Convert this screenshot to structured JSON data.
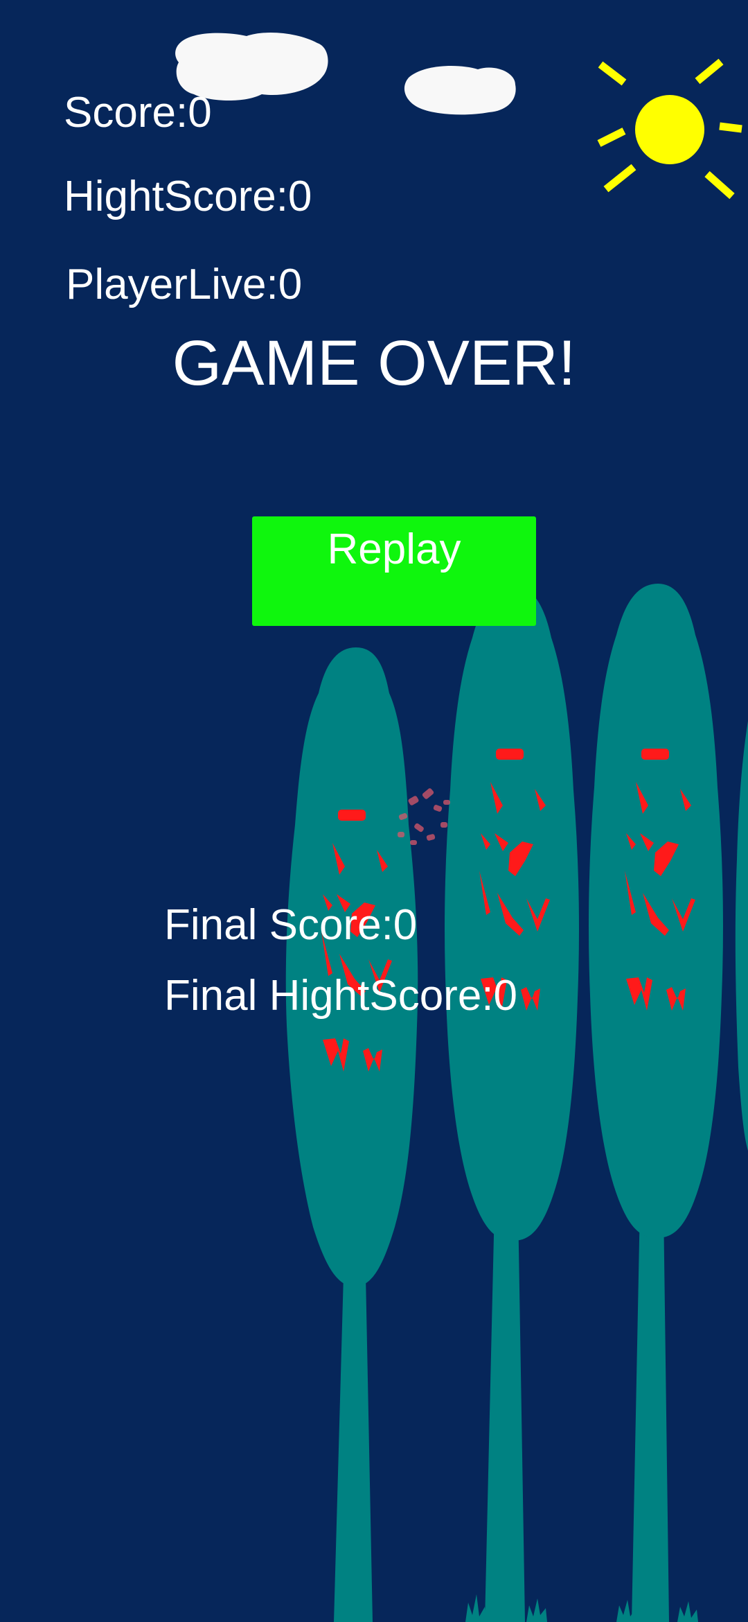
{
  "hud": {
    "score": "Score:0",
    "highscore": "HightScore:0",
    "player_lives": "PlayerLive:0"
  },
  "game_over": {
    "title": "GAME OVER!",
    "replay_label": "Replay",
    "final_score": "Final Score:0",
    "final_highscore": "Final HightScore:0"
  },
  "colors": {
    "sky": "#06265a",
    "sun": "#ffff00",
    "cloud": "#f8f8f8",
    "tree": "#008282",
    "fruit": "#ff1a1a",
    "replay_button": "#0ff60d",
    "text": "#ffffff"
  }
}
